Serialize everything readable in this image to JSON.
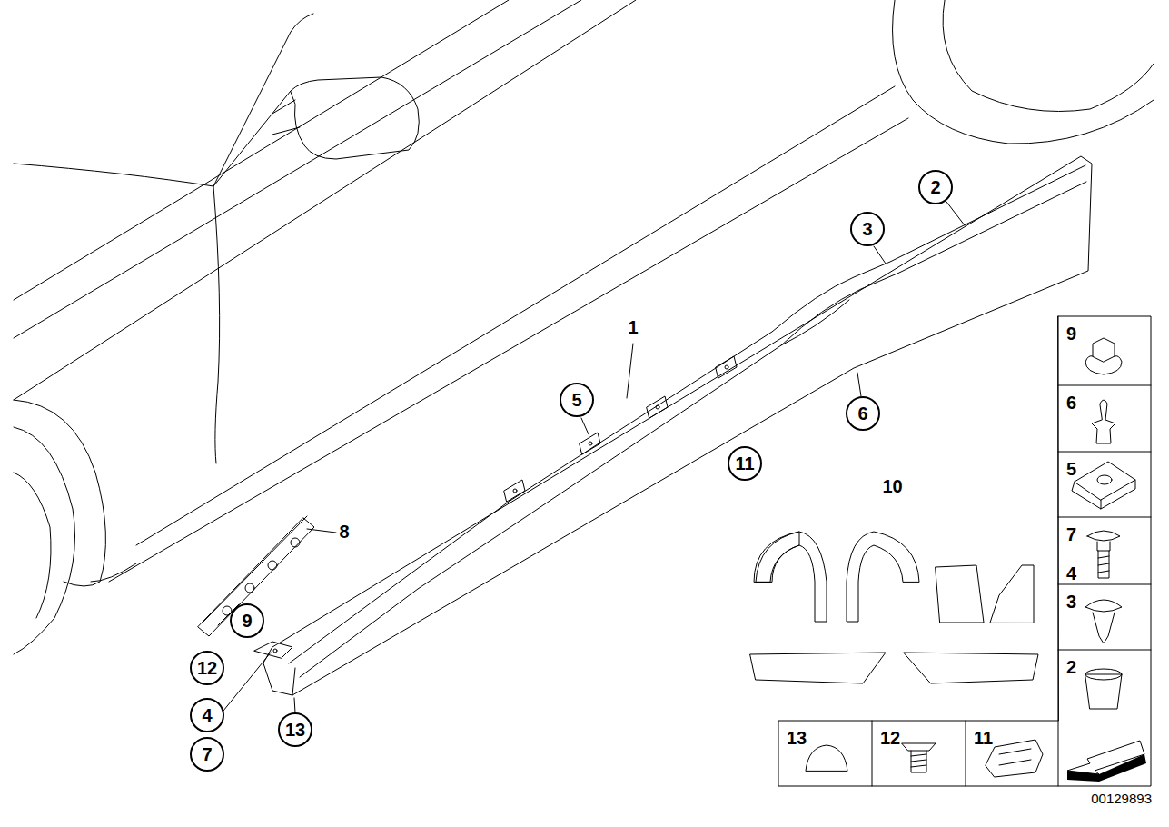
{
  "diagram": {
    "nodes": [
      {
        "text": [
          "2"
        ]
      },
      {
        "text": [
          "3"
        ]
      },
      {
        "text": [
          "5"
        ]
      },
      {
        "text": [
          "6"
        ]
      },
      {
        "text": [
          "11"
        ]
      },
      {
        "text": [
          "9"
        ]
      },
      {
        "text": [
          "12"
        ]
      },
      {
        "text": [
          "4"
        ]
      },
      {
        "text": [
          "7"
        ]
      },
      {
        "text": [
          "13"
        ]
      },
      {
        "text": [
          "10"
        ]
      },
      {
        "text": [
          "9"
        ]
      },
      {
        "text": [
          "6"
        ]
      },
      {
        "text": [
          "5"
        ]
      },
      {
        "text": [
          "7",
          "4"
        ]
      },
      {
        "text": [
          "3"
        ]
      },
      {
        "text": [
          "2"
        ]
      },
      {
        "text": [
          "13"
        ]
      },
      {
        "text": [
          "12"
        ]
      },
      {
        "text": [
          "11"
        ]
      }
    ],
    "labels": [
      "1",
      "8",
      "00129893"
    ]
  }
}
